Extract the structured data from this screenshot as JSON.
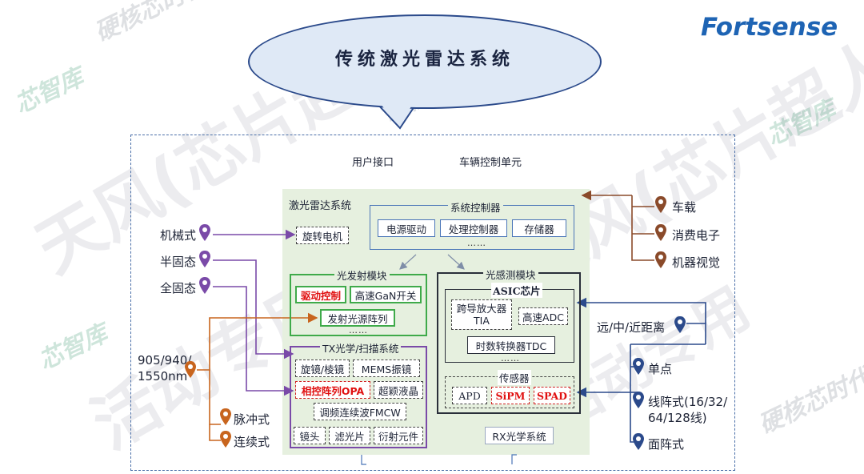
{
  "brand": "Fortsense",
  "title": "传统激光雷达系统",
  "watermarks": {
    "big1": "天风(芯片超人",
    "big2": "活动专用",
    "big3": "天风(芯片超人",
    "big4": "活动专用",
    "small": [
      "芯智库",
      "硬核芯时代"
    ]
  },
  "top_labels": {
    "user_interface": "用户接口",
    "vehicle_control": "车辆控制单元"
  },
  "lidar_system_label": "激光雷达系统",
  "system_controller": {
    "title": "系统控制器",
    "items": [
      "电源驱动",
      "处理控制器",
      "存储器"
    ],
    "more": "……"
  },
  "rotary_motor": "旋转电机",
  "tx_module": {
    "title": "光发射模块",
    "drive_control": "驱动控制",
    "gan_switch": "高速GaN开关",
    "laser_array": "发射光源阵列",
    "more": "……"
  },
  "tx_optics": {
    "title": "TX光学/扫描系统",
    "row1": [
      "旋镜/棱镜",
      "MEMS振镜"
    ],
    "row2": [
      "相控阵列OPA",
      "超颖液晶"
    ],
    "fmcw": "调频连续波FMCW",
    "row4": [
      "镜头",
      "滤光片",
      "衍射元件"
    ]
  },
  "rx_module": {
    "title": "光感测模块",
    "asic_title": "ASIC芯片",
    "tia": "跨导放大器\nTIA",
    "adc": "高速ADC",
    "tdc": "时数转换器TDC",
    "more": "……",
    "sensor_title": "传感器",
    "sensors": [
      "APD",
      "SiPM",
      "SPAD"
    ]
  },
  "rx_optics": "RX光学系统",
  "left_labels": {
    "mechanical": "机械式",
    "semi_solid": "半固态",
    "solid": "全固态",
    "wavelength": "905/940/\n1550nm",
    "pulsed": "脉冲式",
    "continuous": "连续式"
  },
  "right_labels": {
    "vehicle": "车载",
    "consumer": "消费电子",
    "vision": "机器视觉",
    "range": "远/中/近距离",
    "single": "单点",
    "line_array": "线阵式(16/32/\n64/128线)",
    "area_array": "面阵式"
  },
  "colors": {
    "brand_blue": "#1e64b4",
    "purple": "#7a4aa8",
    "orange": "#c8651e",
    "navy": "#2b4a8b",
    "green": "#3faa4a",
    "red": "#e01010"
  }
}
